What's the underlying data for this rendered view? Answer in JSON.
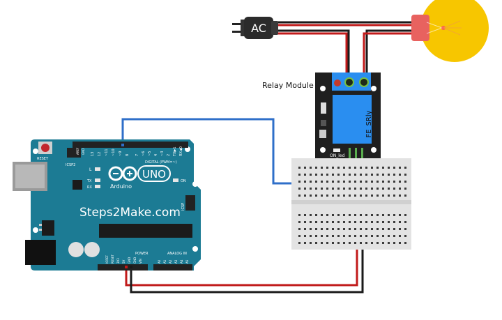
{
  "ac_plug": {
    "label": "AC"
  },
  "relay": {
    "caption": "Relay Module",
    "part_name": "FE_SRly",
    "led_label": "ON_led"
  },
  "arduino": {
    "brand": "Steps2Make.com",
    "model": "UNO",
    "wordmark": "Arduino",
    "reset_label": "RESET",
    "icsp2_label": "ICSP2",
    "icsp_label": "ICSP",
    "digital_label": "DIGITAL (PWM=~)",
    "power_label": "POWER",
    "analog_label": "ANALOG IN",
    "on_label": "ON",
    "led_l": "L",
    "led_tx": "TX",
    "led_rx": "RX",
    "aref_label": "AREF",
    "gnd_label": "GND",
    "digital_pins": [
      "13",
      "12",
      "~11",
      "~10",
      "~9",
      "8",
      "7",
      "~6",
      "~5",
      "4",
      "~3",
      "2",
      "TX▶1",
      "RX◀0"
    ],
    "power_pins": [
      "IOREF",
      "RESET",
      "3V3",
      "5V",
      "GND",
      "GND",
      "VIN"
    ],
    "analog_pins": [
      "A0",
      "A1",
      "A2",
      "A3",
      "A4",
      "A5"
    ]
  },
  "wires": {
    "signal": "#2f6fc9",
    "power": "#c11a1a",
    "ground": "#1a1a1a",
    "relay_link": "#5aad4e"
  },
  "colors": {
    "board": "#1c7b94",
    "bulb": "#f7c600",
    "bulb_socket": "#e8625f",
    "relay_body": "#2a8ef0",
    "breadboard": "#e3e3e3"
  }
}
